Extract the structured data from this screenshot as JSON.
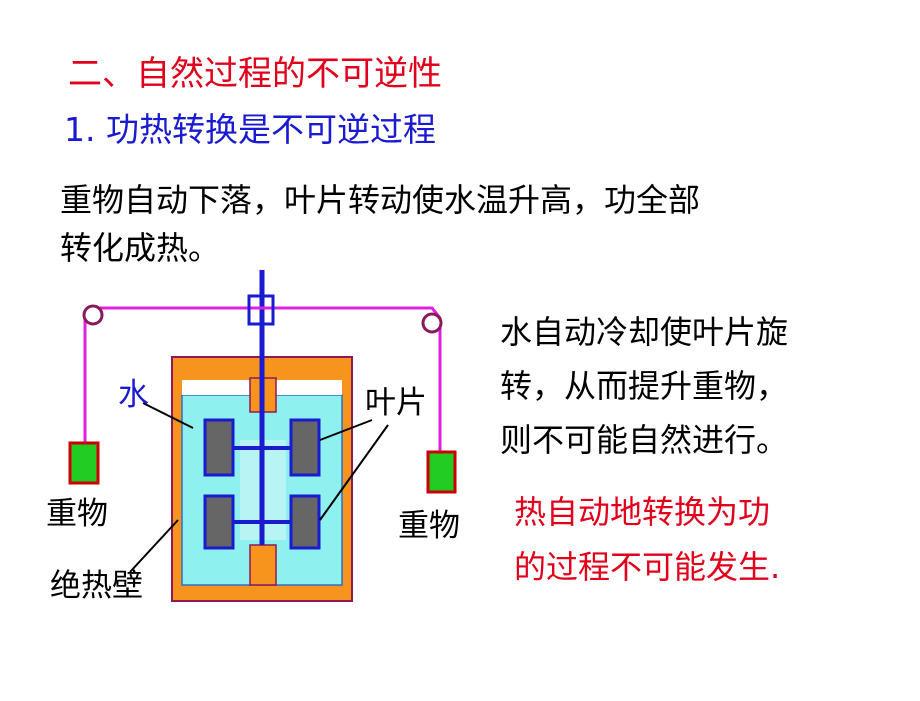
{
  "title": "二、自然过程的不可逆性",
  "subtitle": "1. 功热转换是不可逆过程",
  "paragraph1": {
    "line1": "重物自动下落，叶片转动使水温升高，功全部",
    "line2": "转化成热。"
  },
  "paragraph2": {
    "line1": "水自动冷却使叶片旋",
    "line2": "转，从而提升重物，",
    "line3": "则不可能自然进行。"
  },
  "paragraph3": {
    "line1": "热自动地转换为功",
    "line2": "的过程不可能发生."
  },
  "diagram": {
    "label_water": "水",
    "label_blade": "叶片",
    "label_weight_left": "重物",
    "label_weight_right": "重物",
    "label_insulated_wall": "绝热壁"
  },
  "colors": {
    "title": "#e0001b",
    "subtitle": "#1a1ad0",
    "wall": "#f7941d",
    "water": "#8ff0f0",
    "rod": "#1a1ad0",
    "string": "#e020e0",
    "weight": "#22cc22",
    "blade": "#666666"
  }
}
